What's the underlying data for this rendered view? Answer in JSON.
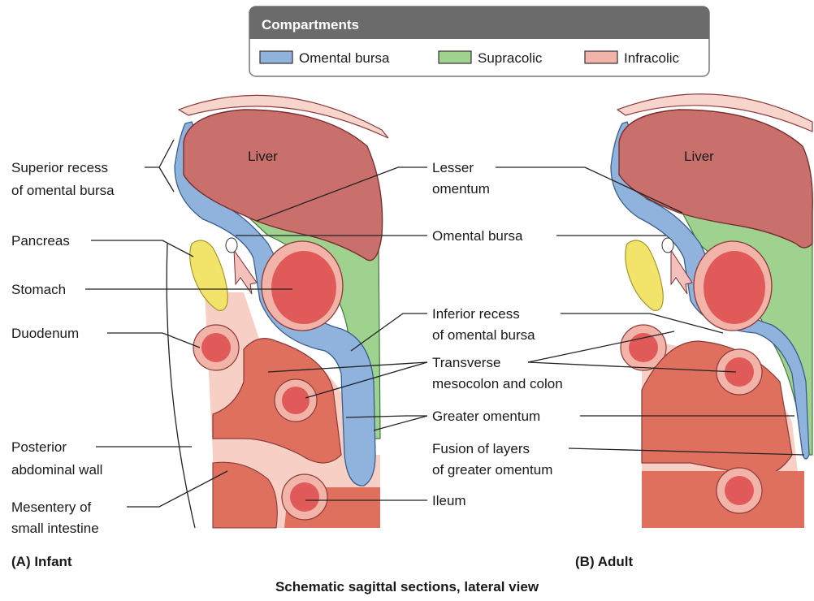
{
  "legend": {
    "title": "Compartments",
    "items": [
      {
        "label": "Omental bursa",
        "color": "#8fb3dc"
      },
      {
        "label": "Supracolic",
        "color": "#9fd28f"
      },
      {
        "label": "Infracolic",
        "color": "#f2b3a8"
      }
    ]
  },
  "colors": {
    "liver": "#c9706d",
    "organ_red": "#e05a5a",
    "tissue": "#f1b8ab",
    "bursa": "#8fb3dc",
    "supracolic": "#9fd28f",
    "pancreas": "#f2e36b",
    "legend_header": "#6b6b6b"
  },
  "organs": {
    "liver_a": "Liver",
    "liver_b": "Liver"
  },
  "labels_left": {
    "superior_recess_1": "Superior recess",
    "superior_recess_2": "of omental bursa",
    "pancreas": "Pancreas",
    "stomach": "Stomach",
    "duodenum": "Duodenum",
    "posterior_wall_1": "Posterior",
    "posterior_wall_2": "abdominal wall",
    "mesentery_1": "Mesentery of",
    "mesentery_2": "small intestine"
  },
  "labels_center": {
    "lesser_omentum_1": "Lesser",
    "lesser_omentum_2": "omentum",
    "omental_bursa": "Omental bursa",
    "inferior_recess_1": "Inferior recess",
    "inferior_recess_2": "of omental bursa",
    "transverse_1": "Transverse",
    "transverse_2": "mesocolon and colon",
    "greater_omentum": "Greater omentum",
    "fusion_1": "Fusion of layers",
    "fusion_2": "of greater omentum",
    "ileum": "Ileum"
  },
  "panels": {
    "a": "(A) Infant",
    "b": "(B) Adult"
  },
  "caption": "Schematic sagittal sections, lateral view"
}
